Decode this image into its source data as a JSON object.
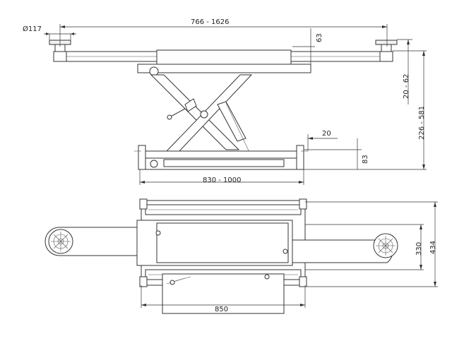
{
  "dimensions": {
    "pad_diameter": "Ø117",
    "arm_span": "766 - 1626",
    "pad_height": "63",
    "pad_adjust": "20 - 62",
    "lift_range": "226 - 581",
    "offset_side": "20",
    "base_height": "83",
    "base_length": "830 - 1000",
    "inner_width": "330",
    "outer_width": "434",
    "frame_length": "850"
  }
}
